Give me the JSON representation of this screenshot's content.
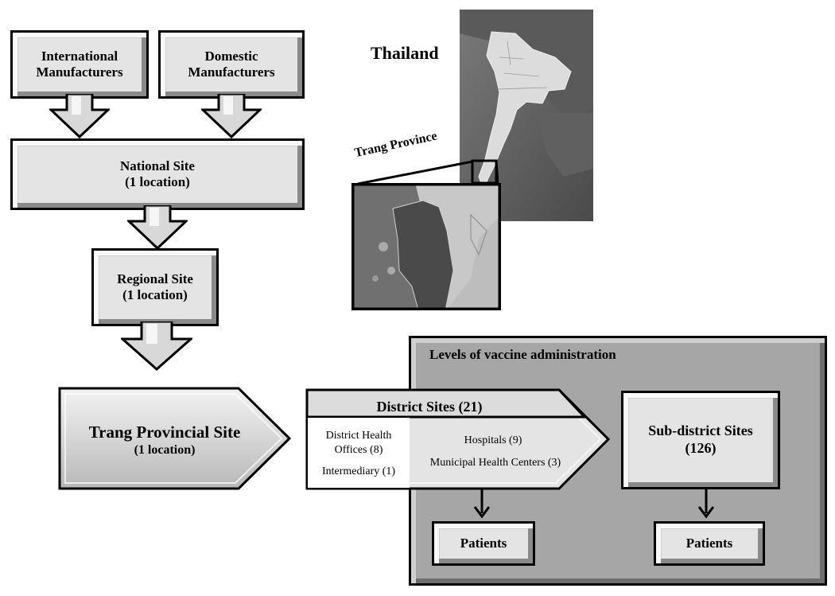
{
  "supply_chain": {
    "international": [
      "International",
      "Manufacturers"
    ],
    "domestic": [
      "Domestic",
      "Manufacturers"
    ],
    "national": [
      "National Site",
      "(1 location)"
    ],
    "regional": [
      "Regional Site",
      "(1 location)"
    ],
    "provincial_title": "Trang Provincial Site",
    "provincial_sub": "(1 location)"
  },
  "map": {
    "country_label": "Thailand",
    "province_label": "Trang Province"
  },
  "administration": {
    "panel_title": "Levels of vaccine administration",
    "district_header": "District Sites (21)",
    "district_health_offices": [
      "District Health",
      "Offices (8)"
    ],
    "intermediary": "Intermediary (1)",
    "hospitals": "Hospitals (9)",
    "municipal": "Municipal  Health Centers (3)",
    "subdistrict": [
      "Sub-district Sites",
      "(126)"
    ],
    "patients_left": "Patients",
    "patients_right": "Patients"
  }
}
